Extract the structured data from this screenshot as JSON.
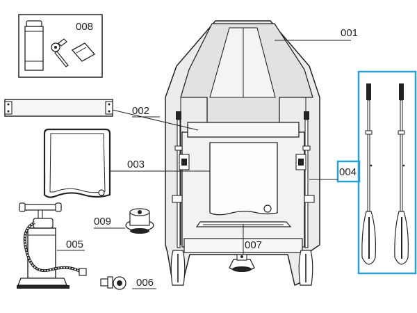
{
  "diagram": {
    "parts": [
      {
        "id": "001",
        "label": "001"
      },
      {
        "id": "002",
        "label": "002"
      },
      {
        "id": "003",
        "label": "003"
      },
      {
        "id": "004",
        "label": "004"
      },
      {
        "id": "005",
        "label": "005"
      },
      {
        "id": "006",
        "label": "006"
      },
      {
        "id": "007",
        "label": "007"
      },
      {
        "id": "008",
        "label": "008"
      },
      {
        "id": "009",
        "label": "009"
      }
    ],
    "highlight_color": "#2aa0d0",
    "line_color": "#222222",
    "hull_fill": "#e8e8e8",
    "icons": {
      "boat": "inflatable-boat-icon",
      "seat": "seat-bench-icon",
      "floor": "floor-board-icon",
      "oars": "oars-icon",
      "pump": "hand-pump-icon",
      "valve": "valve-icon",
      "repair_kit": "repair-kit-icon"
    }
  }
}
